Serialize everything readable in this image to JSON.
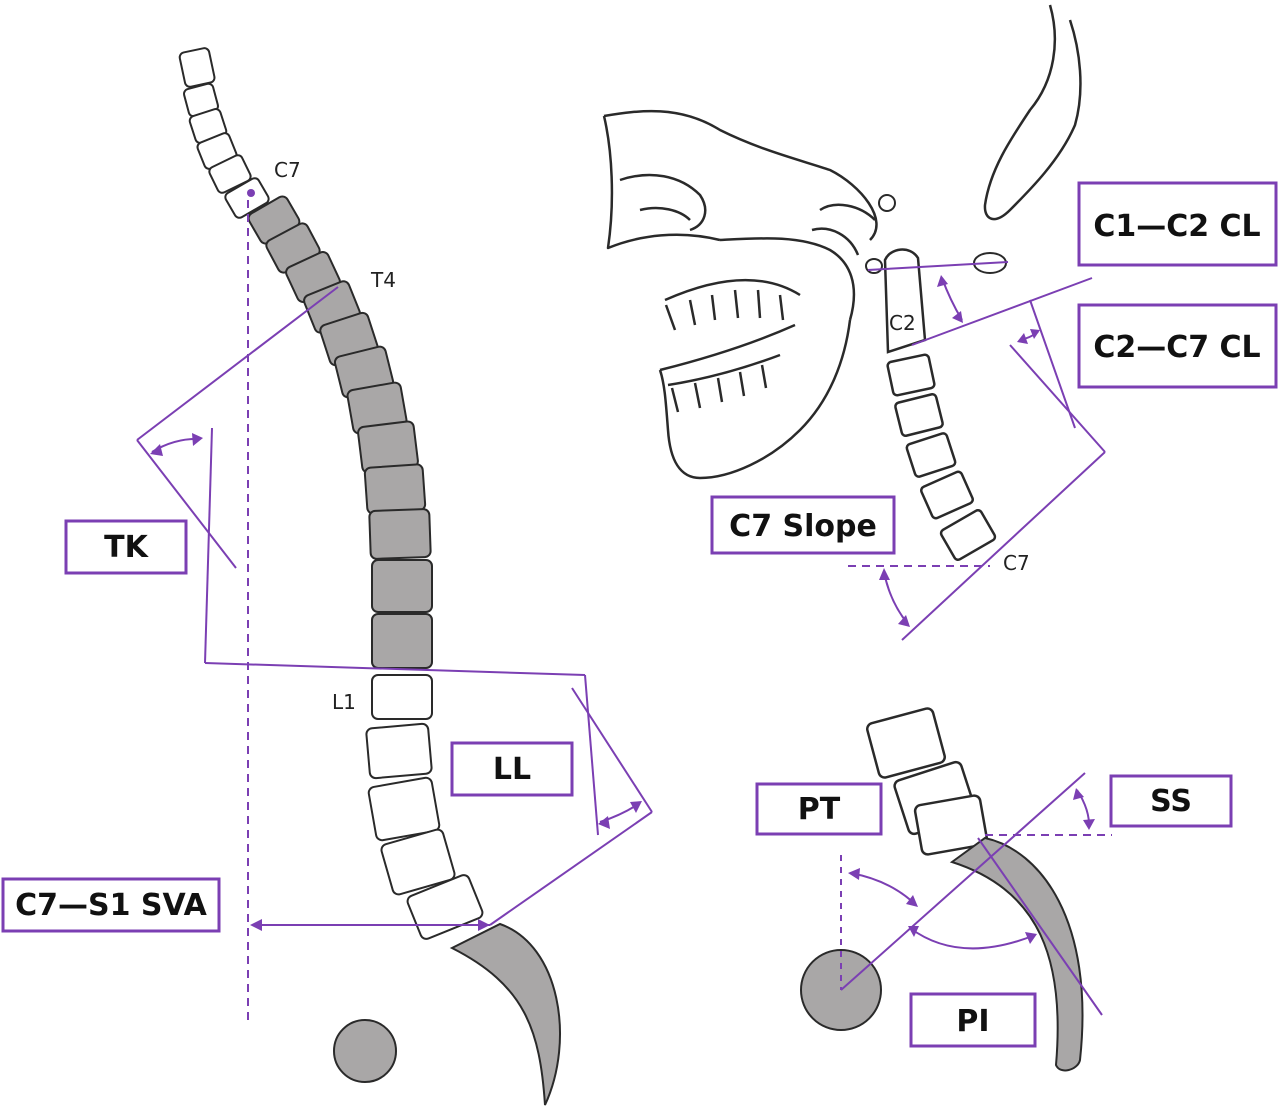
{
  "colors": {
    "accent": "#7B3FB3",
    "bone_fill": "#A9A7A7",
    "outline": "#2A2A2A"
  },
  "measures": {
    "tk": "TK",
    "ll": "LL",
    "sva": "C7—S1 SVA",
    "c1c2": "C1—C2 CL",
    "c2c7": "C2—C7 CL",
    "c7slope": "C7 Slope",
    "pt": "PT",
    "ss": "SS",
    "pi": "PI"
  },
  "vertebra_labels": {
    "c7_spine": "C7",
    "t4": "T4",
    "l1": "L1",
    "c2": "C2",
    "c7_neck": "C7"
  }
}
